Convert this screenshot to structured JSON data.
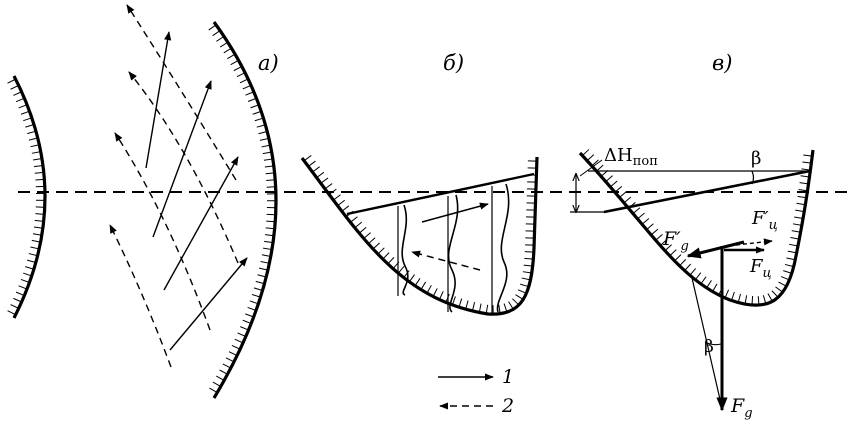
{
  "panels": {
    "a": {
      "label": "а)"
    },
    "b": {
      "label": "б)"
    },
    "v": {
      "label": "в)"
    }
  },
  "annotations": {
    "delta_h": "ΔH",
    "delta_h_sub": "поп",
    "beta_top": "β",
    "beta_bottom": "β",
    "fg_prime": "F",
    "fg_prime_sub": "g",
    "fg_prime_mark": "′",
    "fc_prime": "F",
    "fc_prime_sub": "ц",
    "fc_prime_mark": "′",
    "fc": "F",
    "fc_sub": "ц",
    "fg": "F",
    "fg_sub": "g"
  },
  "legend": {
    "solid_label": "1",
    "dashed_label": "2"
  },
  "colors": {
    "ink": "#000000",
    "paper": "#ffffff"
  }
}
